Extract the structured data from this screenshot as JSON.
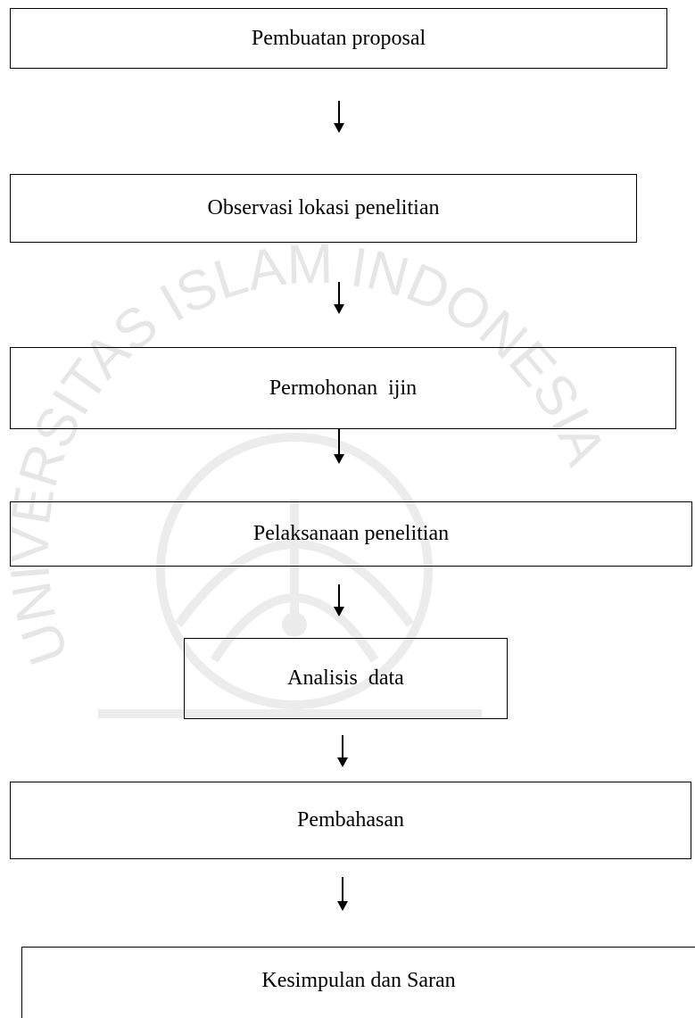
{
  "watermark": {
    "arc_text": "UNIVERSITAS ISLAM INDONESIA",
    "color": "#e6e6e6"
  },
  "steps": [
    {
      "label": "Pembuatan proposal"
    },
    {
      "label": "Observasi lokasi penelitian"
    },
    {
      "label": "Permohonan  ijin"
    },
    {
      "label": "Pelaksanaan penelitian"
    },
    {
      "label": "Analisis  data"
    },
    {
      "label": "Pembahasan"
    },
    {
      "label": "Kesimpulan dan Saran"
    }
  ]
}
